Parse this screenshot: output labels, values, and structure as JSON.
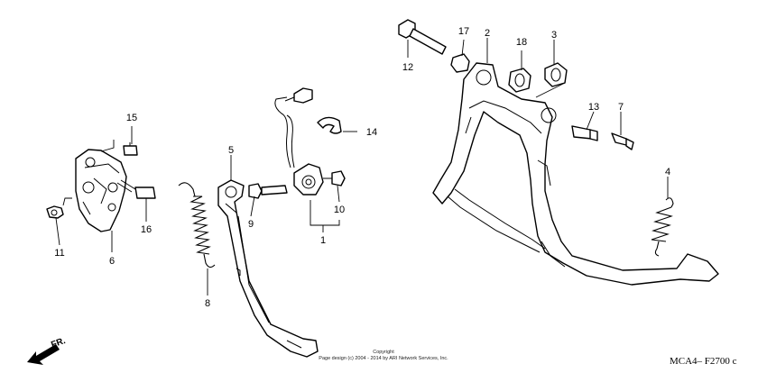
{
  "callouts": [
    {
      "id": "c1",
      "text": "1"
    },
    {
      "id": "c2",
      "text": "2"
    },
    {
      "id": "c3",
      "text": "3"
    },
    {
      "id": "c4",
      "text": "4"
    },
    {
      "id": "c5",
      "text": "5"
    },
    {
      "id": "c6",
      "text": "6"
    },
    {
      "id": "c7",
      "text": "7"
    },
    {
      "id": "c8",
      "text": "8"
    },
    {
      "id": "c9",
      "text": "9"
    },
    {
      "id": "c10",
      "text": "10"
    },
    {
      "id": "c11",
      "text": "11"
    },
    {
      "id": "c12",
      "text": "12"
    },
    {
      "id": "c13",
      "text": "13"
    },
    {
      "id": "c14",
      "text": "14"
    },
    {
      "id": "c15",
      "text": "15"
    },
    {
      "id": "c16",
      "text": "16"
    },
    {
      "id": "c17",
      "text": "17"
    },
    {
      "id": "c18",
      "text": "18"
    }
  ],
  "direction_label": "FR.",
  "copyright": {
    "line1": "Copyright",
    "line2": "Page design (c) 2004 - 2014 by ARI Network Services, Inc."
  },
  "diagram_code": "MCA4–  F2700 c"
}
